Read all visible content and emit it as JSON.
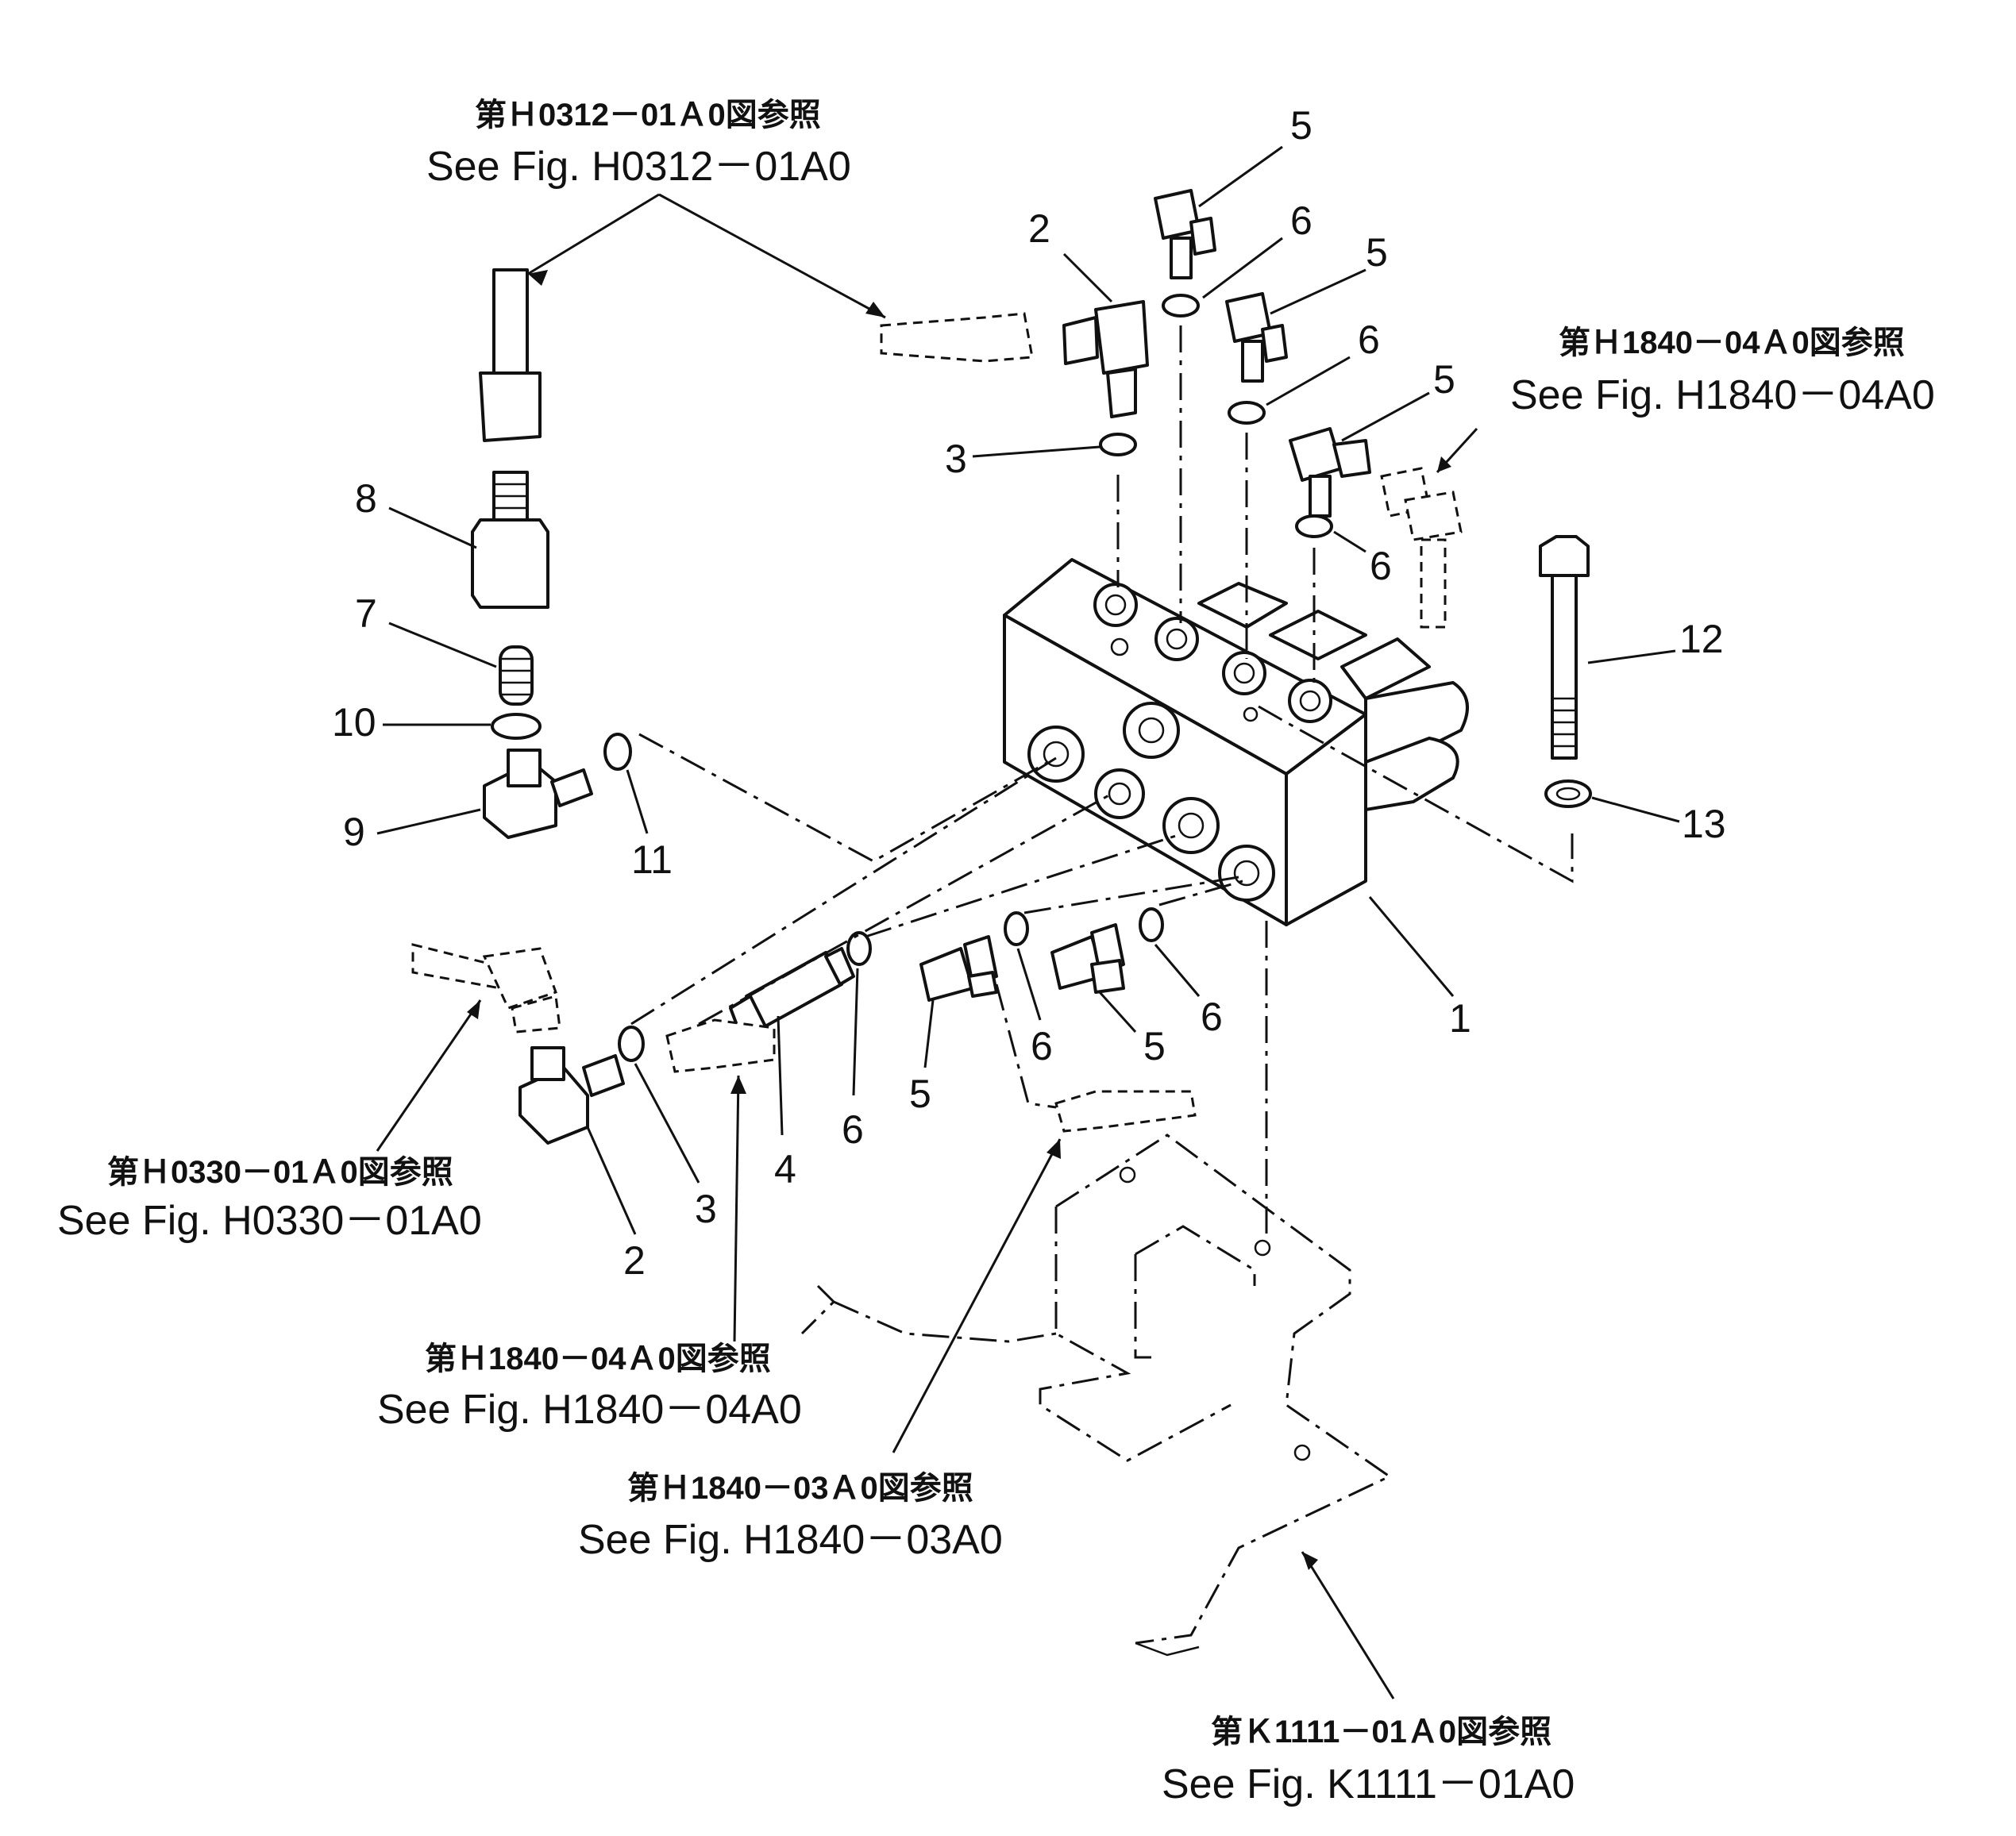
{
  "callouts": [
    {
      "num": "1"
    },
    {
      "num": "2"
    },
    {
      "num": "2"
    },
    {
      "num": "3"
    },
    {
      "num": "3"
    },
    {
      "num": "4"
    },
    {
      "num": "5"
    },
    {
      "num": "5"
    },
    {
      "num": "5"
    },
    {
      "num": "5"
    },
    {
      "num": "5"
    },
    {
      "num": "6"
    },
    {
      "num": "6"
    },
    {
      "num": "6"
    },
    {
      "num": "6"
    },
    {
      "num": "6"
    },
    {
      "num": "6"
    },
    {
      "num": "7"
    },
    {
      "num": "8"
    },
    {
      "num": "9"
    },
    {
      "num": "10"
    },
    {
      "num": "11"
    },
    {
      "num": "12"
    },
    {
      "num": "13"
    }
  ],
  "references": [
    {
      "ja": "第Ｈ0312－01Ａ0図参照",
      "en": "See Fig. H0312－01A0"
    },
    {
      "ja": "第Ｈ1840－04Ａ0図参照",
      "en": "See Fig. H1840－04A0"
    },
    {
      "ja": "第Ｈ0330－01Ａ0図参照",
      "en": "See Fig. H0330－01A0"
    },
    {
      "ja": "第Ｈ1840－04Ａ0図参照",
      "en": "See Fig. H1840－04A0"
    },
    {
      "ja": "第Ｈ1840－03Ａ0図参照",
      "en": "See Fig. H1840－03A0"
    },
    {
      "ja": "第Ｋ1111－01Ａ0図参照",
      "en": "See Fig. K1111－01A0"
    }
  ]
}
